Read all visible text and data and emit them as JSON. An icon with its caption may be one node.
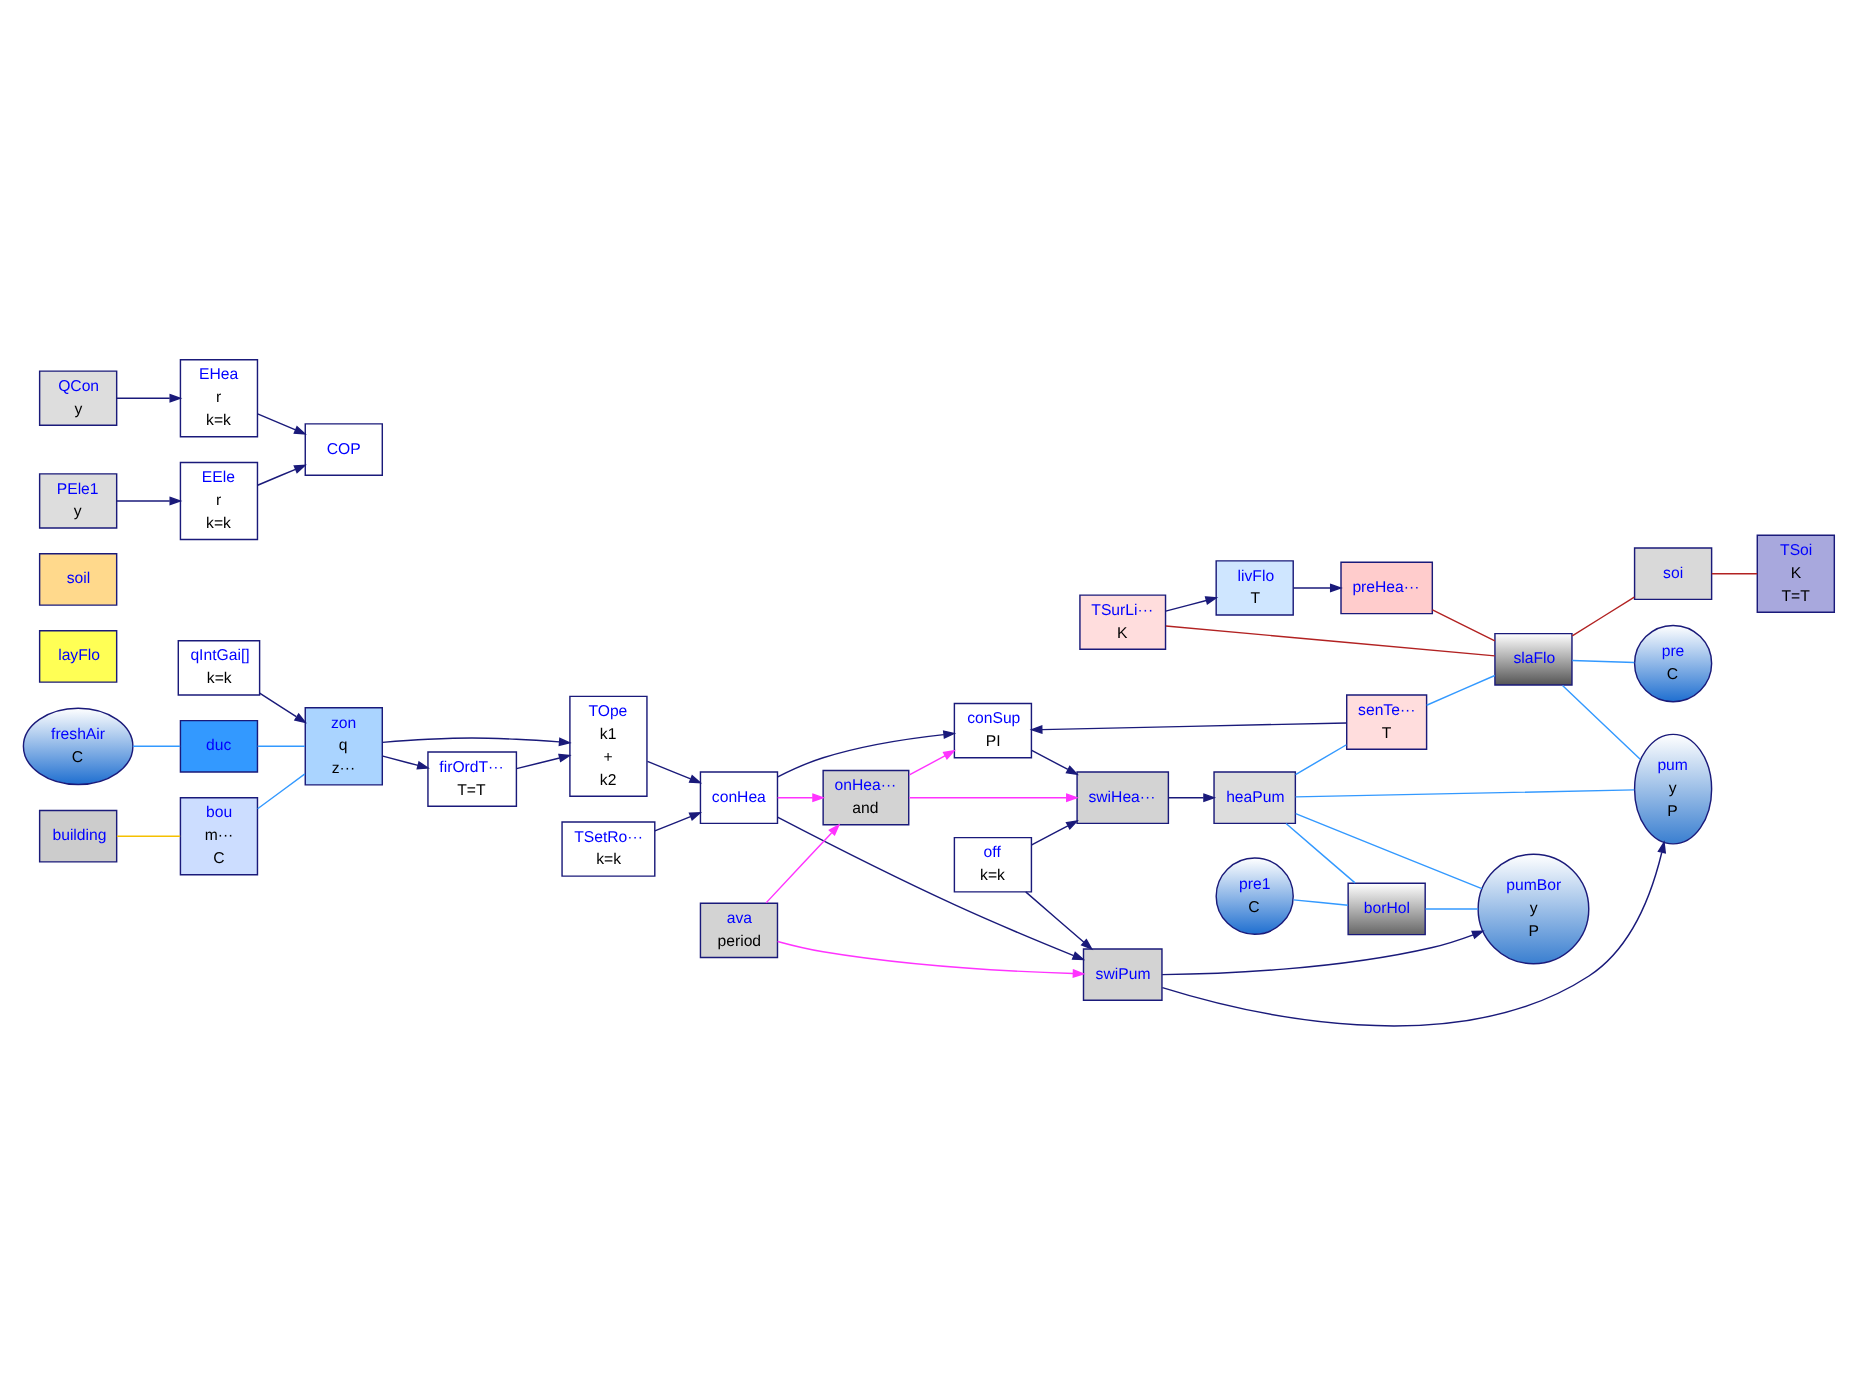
{
  "diagram": {
    "nodes": [
      {
        "text": [
          "qIntGai[]",
          "k=k"
        ]
      },
      {
        "text": [
          "zon",
          "q",
          "z···"
        ]
      },
      {
        "text": [
          "firOrdT···",
          "T=T"
        ]
      },
      {
        "text": [
          "TOpe",
          "k1",
          "+",
          "k2"
        ]
      },
      {
        "text": [
          "freshAir",
          "C"
        ]
      },
      {
        "text": [
          "duc"
        ]
      },
      {
        "text": [
          "building"
        ]
      },
      {
        "text": [
          "bou",
          "m···",
          "C"
        ]
      },
      {
        "text": [
          "TSetRo···",
          "k=k"
        ]
      },
      {
        "text": [
          "conHea"
        ]
      },
      {
        "text": [
          "conSup",
          "PI"
        ]
      },
      {
        "text": [
          "swiHea···"
        ]
      },
      {
        "text": [
          "off",
          "k=k"
        ]
      },
      {
        "text": [
          "onHea···",
          "and"
        ]
      },
      {
        "text": [
          "ava",
          "period"
        ]
      },
      {
        "text": [
          "swiPum"
        ]
      },
      {
        "text": [
          "TSurLi···",
          "K"
        ]
      },
      {
        "text": [
          "livFlo",
          "T"
        ]
      },
      {
        "text": [
          "preHea···"
        ]
      },
      {
        "text": [
          "pum",
          "y",
          "P"
        ]
      },
      {
        "text": [
          "heaPum"
        ]
      },
      {
        "text": [
          "senTe···",
          "T"
        ]
      },
      {
        "text": [
          "slaFlo"
        ]
      },
      {
        "text": [
          "layFlo"
        ]
      },
      {
        "text": [
          "pre",
          "C"
        ]
      },
      {
        "text": [
          "pre1",
          "C"
        ]
      },
      {
        "text": [
          "borHol"
        ]
      },
      {
        "text": [
          "pumBor",
          "y",
          "P"
        ]
      },
      {
        "text": [
          "soi"
        ]
      },
      {
        "text": [
          "soil"
        ]
      },
      {
        "text": [
          "TSoi",
          "K",
          "T=T"
        ]
      },
      {
        "text": [
          "QCon",
          "y"
        ]
      },
      {
        "text": [
          "EHea",
          "r",
          "k=k"
        ]
      },
      {
        "text": [
          "PEle1",
          "y"
        ]
      },
      {
        "text": [
          "EEle",
          "r",
          "k=k"
        ]
      },
      {
        "text": [
          "COP"
        ]
      }
    ],
    "edges": [
      {
        "from": 0,
        "to": 1,
        "arrow": "to"
      },
      {
        "from": 1,
        "to": 3,
        "arrow": "to"
      },
      {
        "from": 1,
        "to": 2,
        "arrow": "to"
      },
      {
        "from": 2,
        "to": 3,
        "arrow": "to"
      },
      {
        "from": 3,
        "to": 9,
        "arrow": "to"
      },
      {
        "from": 4,
        "to": 5,
        "arrow": "none",
        "color": "#3399ff"
      },
      {
        "from": 5,
        "to": 1,
        "arrow": "none",
        "color": "#3399ff"
      },
      {
        "from": 7,
        "to": 1,
        "arrow": "none",
        "color": "#3399ff"
      },
      {
        "from": 6,
        "to": 7,
        "arrow": "none",
        "color": "#f5c000"
      },
      {
        "from": 8,
        "to": 9,
        "arrow": "to"
      },
      {
        "from": 9,
        "to": 10,
        "arrow": "to"
      },
      {
        "from": 9,
        "to": 13,
        "arrow": "to",
        "color": "#ff33ff"
      },
      {
        "from": 9,
        "to": 15,
        "arrow": "to"
      },
      {
        "from": 12,
        "to": 11,
        "arrow": "to"
      },
      {
        "from": 12,
        "to": 15,
        "arrow": "to"
      },
      {
        "from": 14,
        "to": 13,
        "arrow": "to",
        "color": "#ff33ff"
      },
      {
        "from": 14,
        "to": 15,
        "arrow": "to",
        "color": "#ff33ff"
      },
      {
        "from": 13,
        "to": 10,
        "arrow": "to",
        "color": "#ff33ff"
      },
      {
        "from": 13,
        "to": 11,
        "arrow": "to",
        "color": "#ff33ff"
      },
      {
        "from": 10,
        "to": 11,
        "arrow": "to"
      },
      {
        "from": 21,
        "to": 10,
        "arrow": "to"
      },
      {
        "from": 11,
        "to": 20,
        "arrow": "to"
      },
      {
        "from": 15,
        "to": 19,
        "arrow": "to"
      },
      {
        "from": 15,
        "to": 27,
        "arrow": "to"
      },
      {
        "from": 16,
        "to": 17,
        "arrow": "to"
      },
      {
        "from": 17,
        "to": 18,
        "arrow": "to"
      },
      {
        "from": 18,
        "to": 22,
        "arrow": "none",
        "color": "#b22222"
      },
      {
        "from": 16,
        "to": 22,
        "arrow": "none",
        "color": "#b22222"
      },
      {
        "from": 22,
        "to": 28,
        "arrow": "none",
        "color": "#b22222"
      },
      {
        "from": 28,
        "to": 30,
        "arrow": "none",
        "color": "#b22222"
      },
      {
        "from": 19,
        "to": 20,
        "arrow": "none",
        "color": "#3399ff"
      },
      {
        "from": 20,
        "to": 21,
        "arrow": "none",
        "color": "#3399ff"
      },
      {
        "from": 21,
        "to": 22,
        "arrow": "none",
        "color": "#3399ff"
      },
      {
        "from": 22,
        "to": 24,
        "arrow": "none",
        "color": "#3399ff"
      },
      {
        "from": 22,
        "to": 19,
        "arrow": "none",
        "color": "#3399ff"
      },
      {
        "from": 25,
        "to": 26,
        "arrow": "none",
        "color": "#3399ff"
      },
      {
        "from": 20,
        "to": 26,
        "arrow": "none",
        "color": "#3399ff"
      },
      {
        "from": 26,
        "to": 27,
        "arrow": "none",
        "color": "#3399ff"
      },
      {
        "from": 27,
        "to": 20,
        "arrow": "none",
        "color": "#3399ff"
      },
      {
        "from": 31,
        "to": 32,
        "arrow": "to"
      },
      {
        "from": 32,
        "to": 35,
        "arrow": "to"
      },
      {
        "from": 33,
        "to": 34,
        "arrow": "to"
      },
      {
        "from": 34,
        "to": 35,
        "arrow": "to"
      }
    ]
  }
}
